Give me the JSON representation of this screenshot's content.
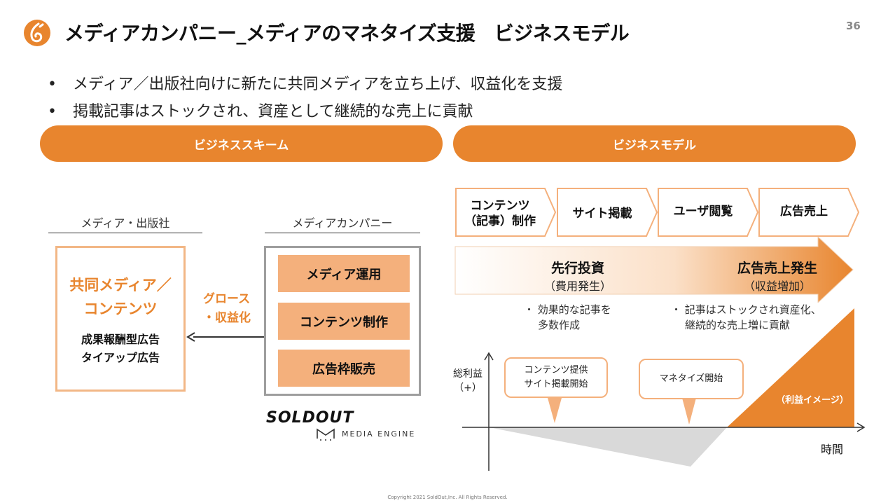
{
  "header": {
    "title": "メディアカンパニー_メディアのマネタイズ支援　ビジネスモデル",
    "page_number": "36"
  },
  "bullets": [
    "メディア／出版社向けに新たに共同メディアを立ち上げ、収益化を支援",
    "掲載記事はストックされ、資産として継続的な売上に貢献"
  ],
  "sections": {
    "scheme_label": "ビジネススキーム",
    "model_label": "ビジネスモデル"
  },
  "scheme": {
    "left_column_label": "メディア・出版社",
    "right_column_label": "メディアカンパニー",
    "joint_media": [
      "共同メディア／",
      "コンテンツ"
    ],
    "ad_types": [
      "成果報酬型広告",
      "タイアップ広告"
    ],
    "services": [
      "メディア運用",
      "コンテンツ制作",
      "広告枠販売"
    ],
    "growth_label": [
      "グロース",
      "・収益化"
    ],
    "logo_text": "SOLDOUT",
    "logo_sub": "MEDIA ENGINE"
  },
  "model": {
    "steps": [
      [
        "コンテンツ",
        "（記事）制作"
      ],
      [
        "サイト掲載"
      ],
      [
        "ユーザ閲覧"
      ],
      [
        "広告売上"
      ]
    ],
    "phase_invest": {
      "title": "先行投資",
      "sub": "（費用発生）"
    },
    "phase_revenue": {
      "title": "広告売上発生",
      "sub": "（収益増加）"
    },
    "note_left": [
      "・ 効果的な記事を",
      "多数作成"
    ],
    "note_right": [
      "・ 記事はストックされ資産化、",
      "継続的な売上増に貢献"
    ],
    "y_axis_label": [
      "総利益",
      "（+）"
    ],
    "x_axis_label": "時間",
    "callout_1": [
      "コンテンツ提供",
      "サイト掲載開始"
    ],
    "callout_2": "マネタイズ開始",
    "profit_label": "（利益イメージ）"
  },
  "colors": {
    "accent": "#e8852e",
    "accent_light": "#f4b07c",
    "gray": "#9e9e9e"
  },
  "footer": {
    "copyright": "Copyright 2021 SoldOut,Inc. All Rights Reserved."
  }
}
